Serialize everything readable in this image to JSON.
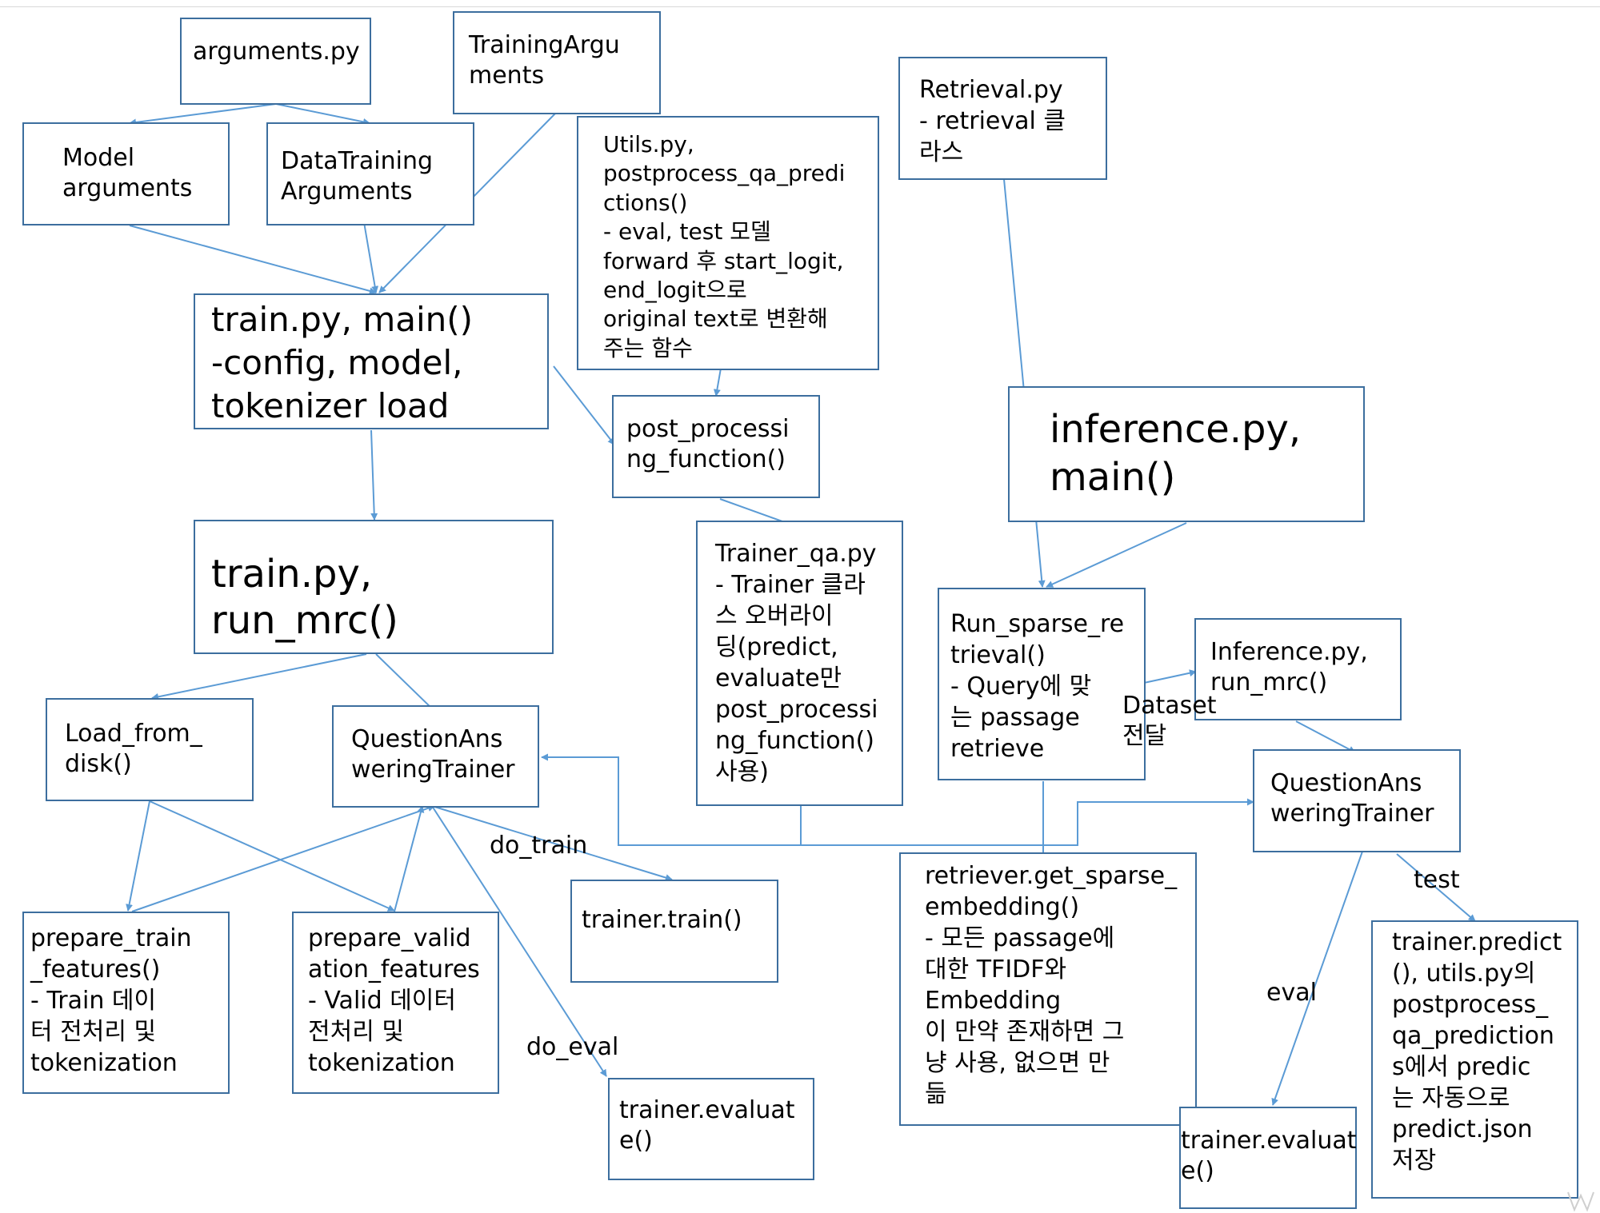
{
  "nodes": {
    "arguments": "arguments.py",
    "training_args": "TrainingArgu\nments",
    "model_args": "Model\narguments",
    "data_training_args": "DataTraining\nArguments",
    "utils": "Utils.py,\npostprocess_qa_predi\nctions()\n- eval, test 모델\nforward 후 start_logit,\nend_logit으로\noriginal text로 변환해\n주는 함수",
    "retrieval": "Retrieval.py\n- retrieval 클\n라스",
    "train_main": "train.py, main()\n-config, model,\ntokenizer load",
    "post_processing": "post_processi\nng_function()",
    "inference_main": "inference.py,\nmain()",
    "train_run_mrc": "train.py,\nrun_mrc()",
    "trainer_qa": "Trainer_qa.py\n- Trainer 클라\n스 오버라이\n딩(predict,\nevaluate만\npost_processi\nng_function()\n사용)",
    "run_sparse": "Run_sparse_re\ntrieval()\n- Query에 맞\n는 passage\nretrieve",
    "inference_run_mrc": "Inference.py,\nrun_mrc()",
    "load_from_disk": "Load_from_\ndisk()",
    "qa_trainer_left": "QuestionAns\nweringTrainer",
    "qa_trainer_right": "QuestionAns\nweringTrainer",
    "prepare_train": "prepare_train\n_features()\n- Train 데이\n터 전처리 및\ntokenization",
    "prepare_valid": "prepare_valid\nation_features\n- Valid 데이터\n전처리 및\ntokenization",
    "trainer_train": "trainer.train()",
    "get_sparse": "retriever.get_sparse_\nembedding()\n- 모든 passage에\n대한 TFIDF와\nEmbedding\n이 만약 존재하면 그\n냥 사용, 없으면 만\n듦",
    "trainer_predict": "trainer.predict\n(), utils.py의\npostprocess_\nqa_prediction\ns에서 predic\n는 자동으로\npredict.json\n저장",
    "trainer_evaluate_left": "trainer.evaluat\ne()",
    "trainer_evaluate_right": "trainer.evaluat\ne()"
  },
  "edge_labels": {
    "do_train": "do_train",
    "do_eval": "do_eval",
    "dataset": "Dataset\n전달",
    "test": "test",
    "eval": "eval"
  },
  "colors": {
    "border": "#3c6e9e",
    "arrow": "#5b9bd5"
  }
}
